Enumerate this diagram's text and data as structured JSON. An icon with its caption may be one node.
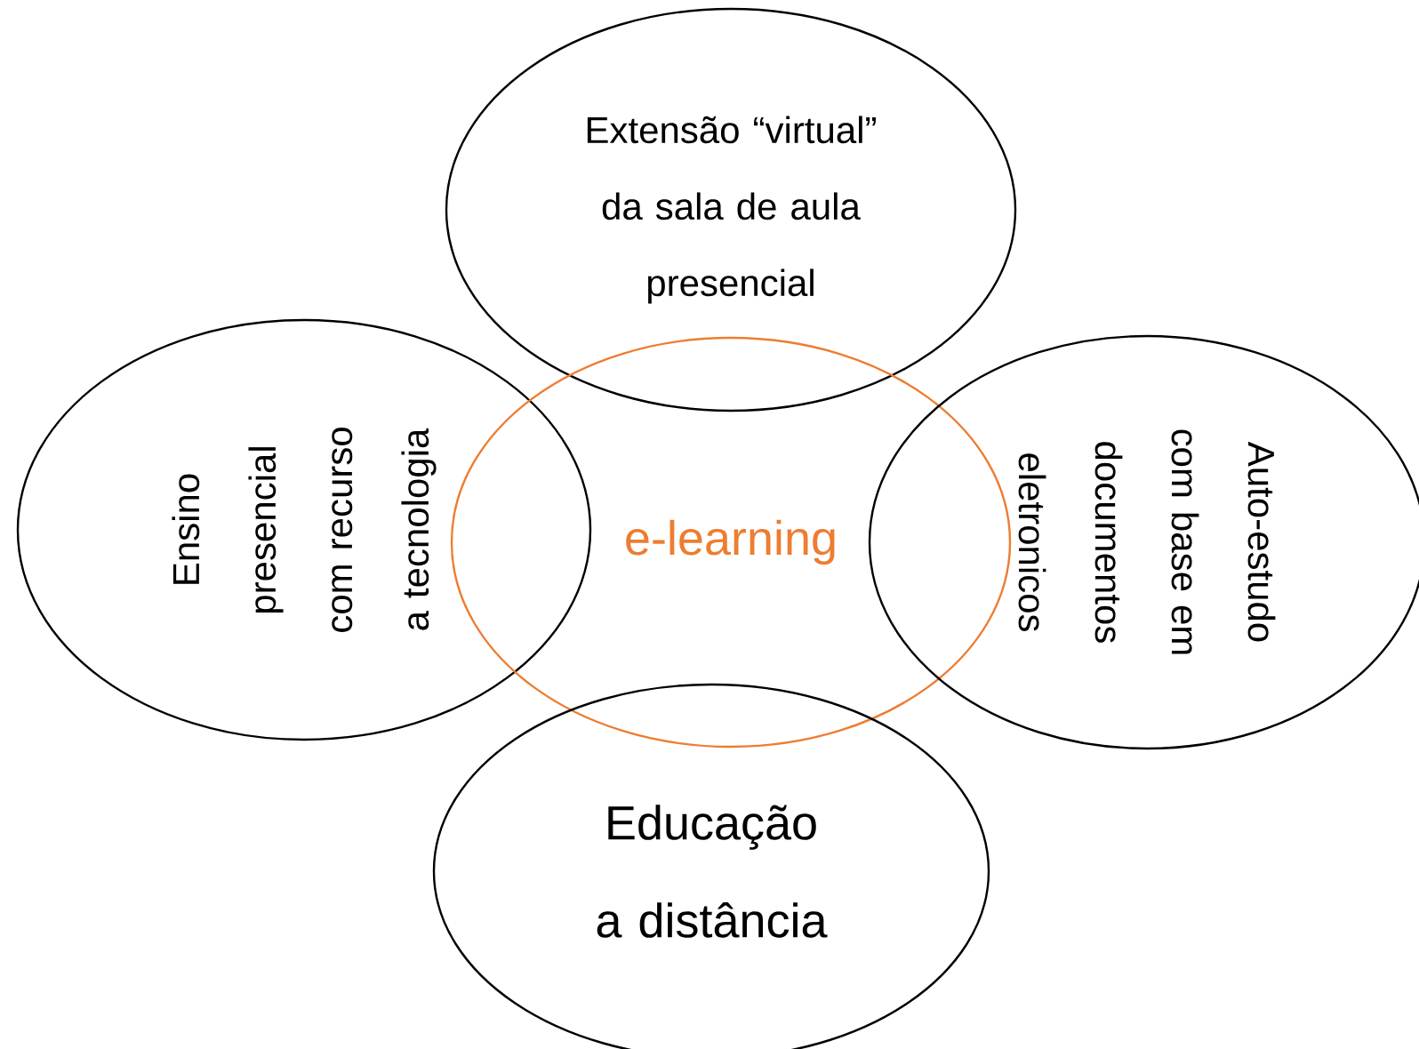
{
  "diagram": {
    "nodes": [
      {
        "text": [
          "Extensão “virtual” da sala de aula presencial"
        ]
      },
      {
        "text": [
          "Ensino presencial com recurso a tecnologia"
        ]
      },
      {
        "text": [
          "e-learning"
        ]
      },
      {
        "text": [
          "Auto-estudo com base em documentos eletronicos"
        ]
      },
      {
        "text": [
          "Educação a distância"
        ]
      }
    ]
  }
}
